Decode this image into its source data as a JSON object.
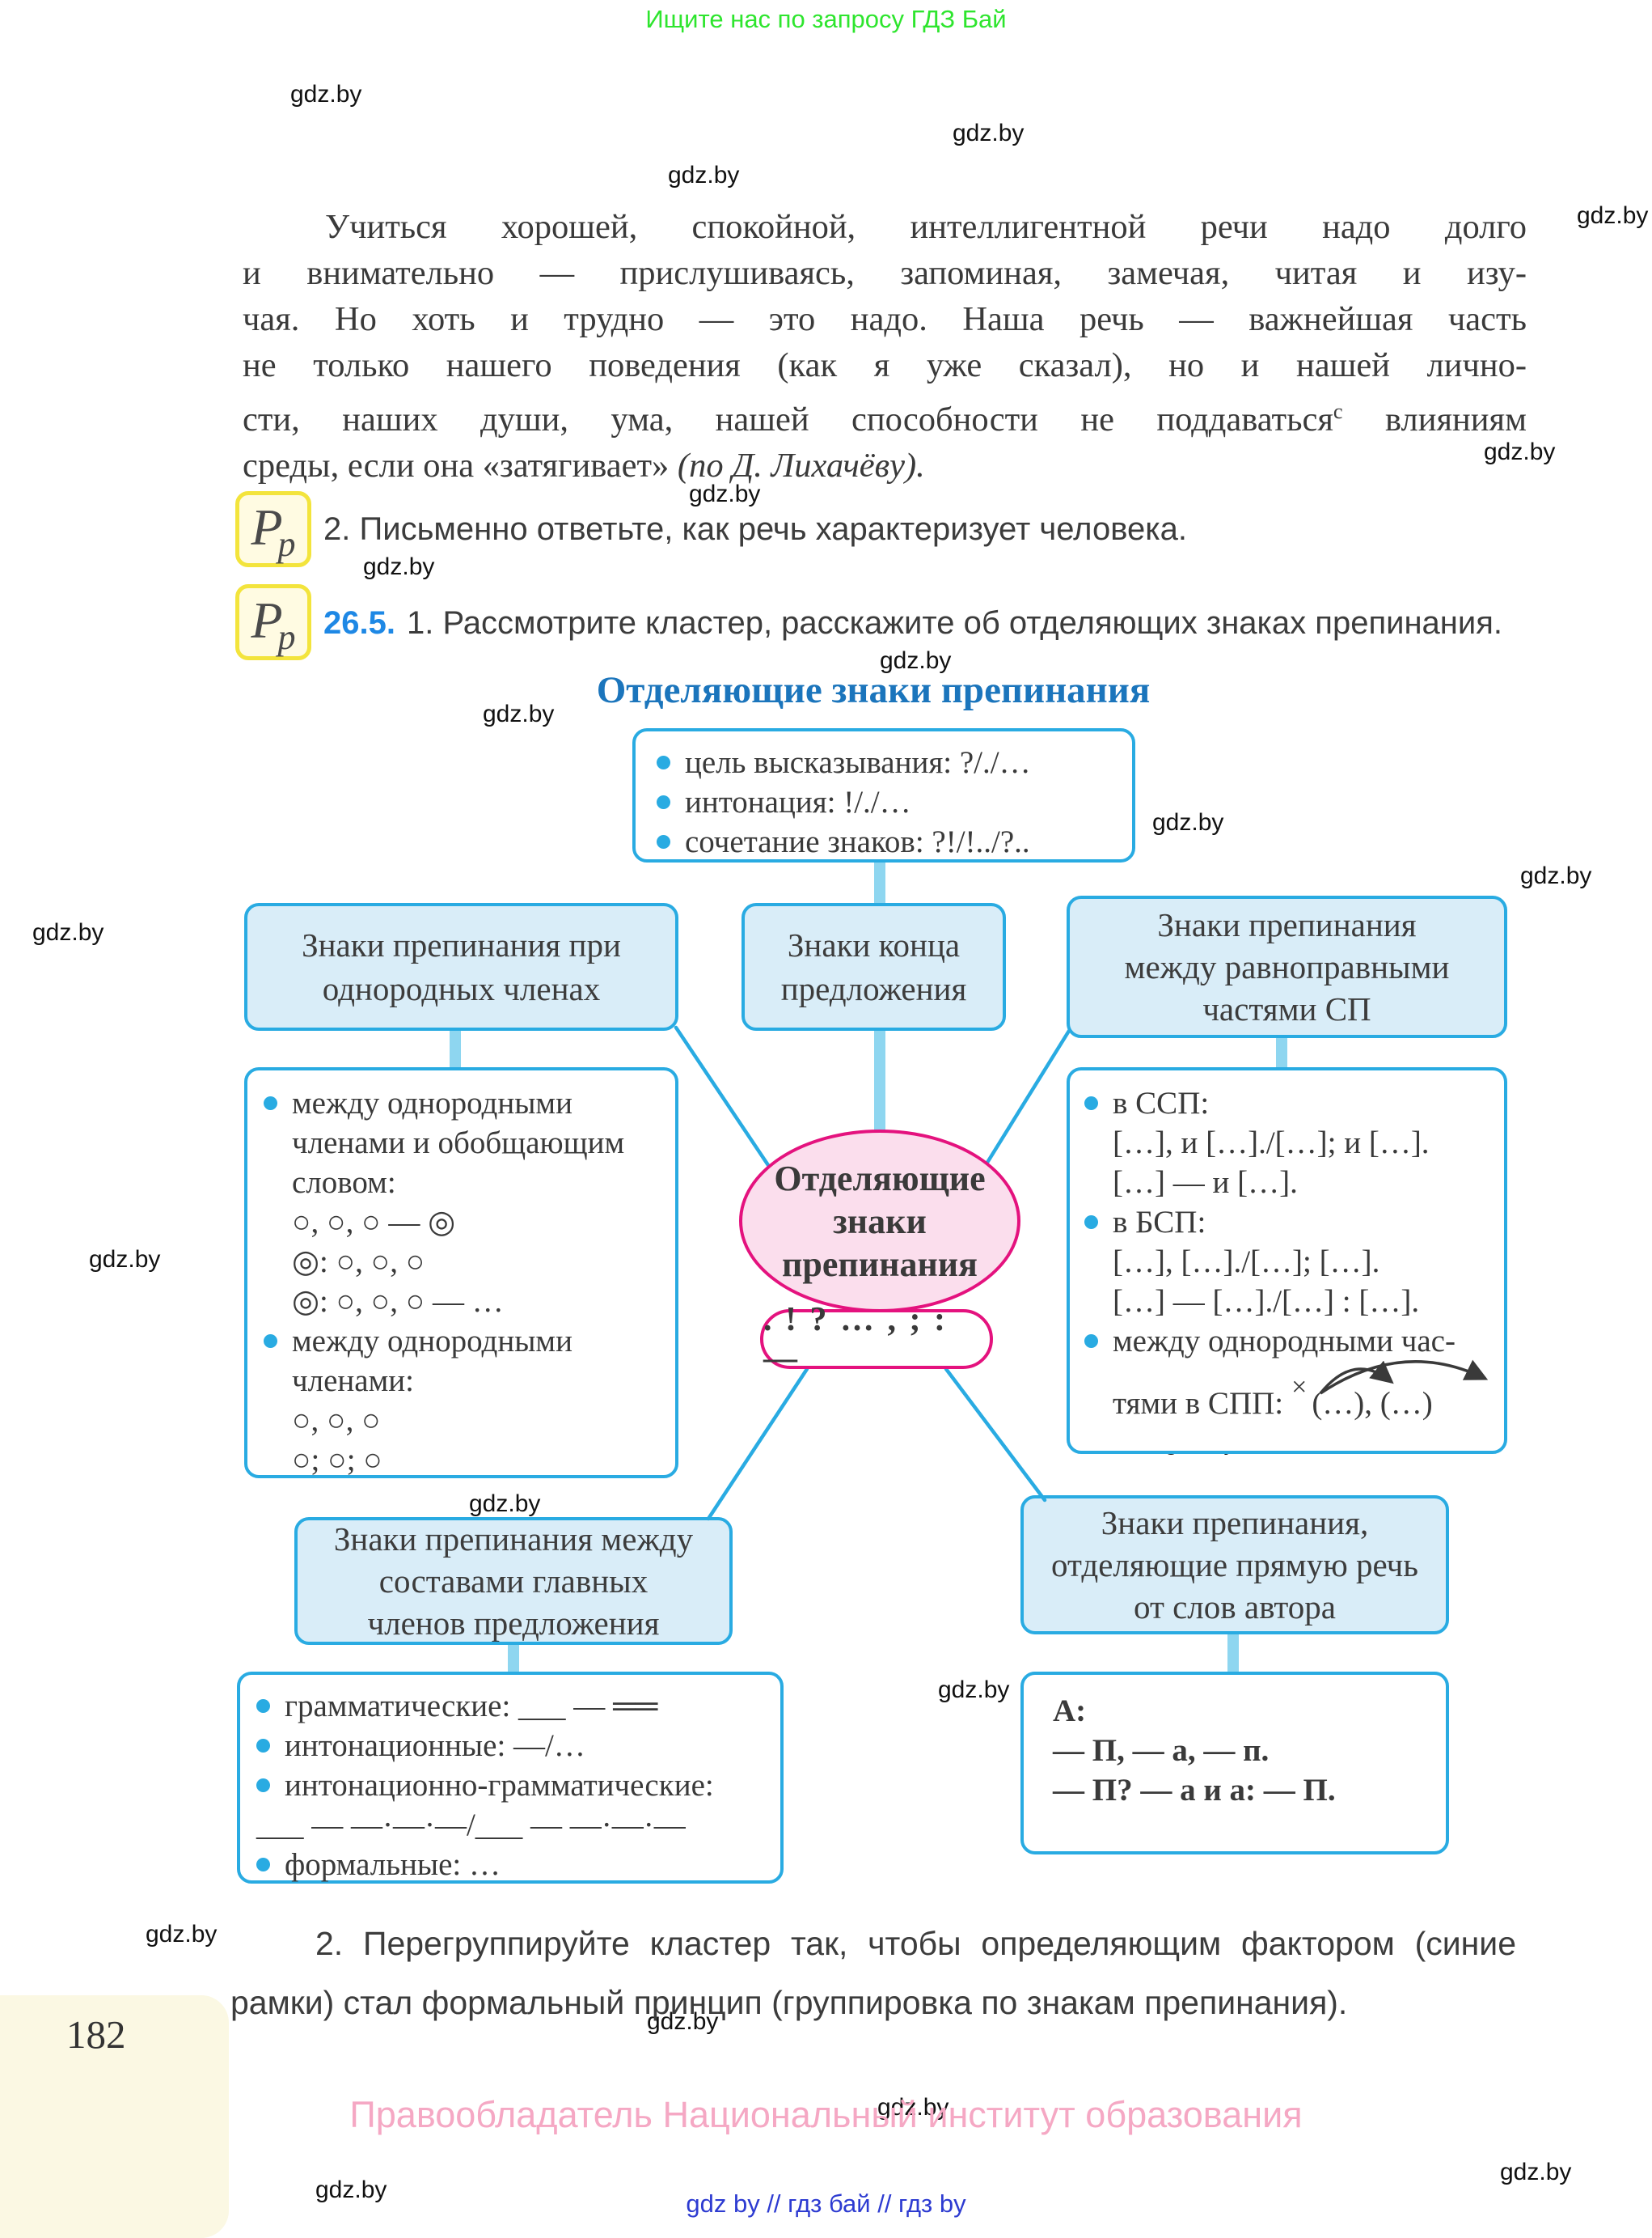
{
  "page": {
    "top_banner": "Ищите нас по запросу ГДЗ Бай",
    "watermark": "gdz.by",
    "page_number": "182",
    "footer_copyright": "Правообладатель Национальный институт образования",
    "footer_links": "gdz by // гдз бай // гдз by"
  },
  "passage": {
    "line1": "Учиться хорошей, спокойной, интеллигентной речи надо долго",
    "line2": "и внимательно — прислушиваясь, запоминая, замечая, читая и изу-",
    "line3": "чая. Но хоть и трудно — это надо. Наша речь — важнейшая часть",
    "line4": "не только нашего поведения (как я уже сказал), но и нашей лично-",
    "line5_pre": "сти, наших души, ума, нашей способности не поддаваться",
    "line5_sup": "с",
    "line5_post": " влияниям",
    "line6_main": "среды, если она «затягивает» ",
    "line6_source": "(по Д. Лихачёву)."
  },
  "exercises": {
    "icon_big": "Р",
    "icon_small": "р",
    "ex2_text": "2. Письменно ответьте, как речь характеризует человека.",
    "ex265_number": "26.5.",
    "ex265_text": "1. Рассмотрите кластер, расскажите об отделяющих знаках препинания."
  },
  "cluster": {
    "title": "Отделяющие знаки препинания",
    "top_box": {
      "item1": "цель высказывания: ?/./…",
      "item2": "интонация: !/./…",
      "item3": "сочетание знаков: ?!/!../?.."
    },
    "center": {
      "line1": "Отделяющие",
      "line2": "знаки",
      "line3": "препинания",
      "signs": ". ! ? … , ; : —"
    },
    "branch_homogeneous": {
      "title_l1": "Знаки препинания при",
      "title_l2": "однородных членах",
      "b1_l1": "между однородными",
      "b1_l2": "членами и обобщающим",
      "b1_l3": "словом:",
      "b1_s1": "○, ○, ○ — ◎",
      "b1_s2": "◎: ○, ○, ○",
      "b1_s3": "◎: ○, ○, ○ — …",
      "b2_l1": "между однородными",
      "b2_l2": "членами:",
      "b2_s1": "○, ○, ○",
      "b2_s2": "○; ○; ○"
    },
    "branch_end": {
      "title_l1": "Знаки конца",
      "title_l2": "предложения"
    },
    "branch_equal": {
      "title_l1": "Знаки препинания",
      "title_l2": "между равноправными",
      "title_l3": "частями СП",
      "b1": "в ССП:",
      "b1_s1": "[…], и […]./[…]; и […].",
      "b1_s2": "[…] — и […].",
      "b2": "в БСП:",
      "b2_s1": "[…], […]./[…]; […].",
      "b2_s2": "[…] — […]./[…] : […].",
      "b3_l1": "между однородными час-",
      "b3_l2": "тями в СПП:",
      "b3_x": "×",
      "b3_scheme": "(…), (…)"
    },
    "branch_main_members": {
      "title_l1": "Знаки препинания между",
      "title_l2": "составами главных",
      "title_l3": "членов предложения",
      "i1_label": "грамматические:",
      "i1_scheme": "___ — ══",
      "i2": "интонационные: —/…",
      "i3": "интонационно-грамматические:",
      "i3_scheme": "___ — —·—·—/___ — —·—·—",
      "i4": "формальные: …"
    },
    "branch_direct_speech": {
      "title_l1": "Знаки препинания,",
      "title_l2": "отделяющие прямую речь",
      "title_l3": "от слов автора",
      "d1": "А:",
      "d2": "— П, — а, — п.",
      "d3": "— П? — а и а: — П."
    }
  },
  "task2": {
    "line1": "2. Перегруппируйте кластер так, чтобы определяющим фактором (синие",
    "line2": "рамки) стал формальный принцип (группировка по знакам препинания)."
  },
  "colors": {
    "box_border": "#29abe2",
    "box_fill": "#d9edf8",
    "connector": "#8ed6f0",
    "ellipse_fill": "#fbdeed",
    "ellipse_border": "#e4127e",
    "title_blue": "#1b75bc",
    "exercise_number_blue": "#1e88e5",
    "banner_green": "#2ee52e",
    "footer_pink": "#f5a8c4",
    "footer_link_blue": "#2d3bd1"
  }
}
